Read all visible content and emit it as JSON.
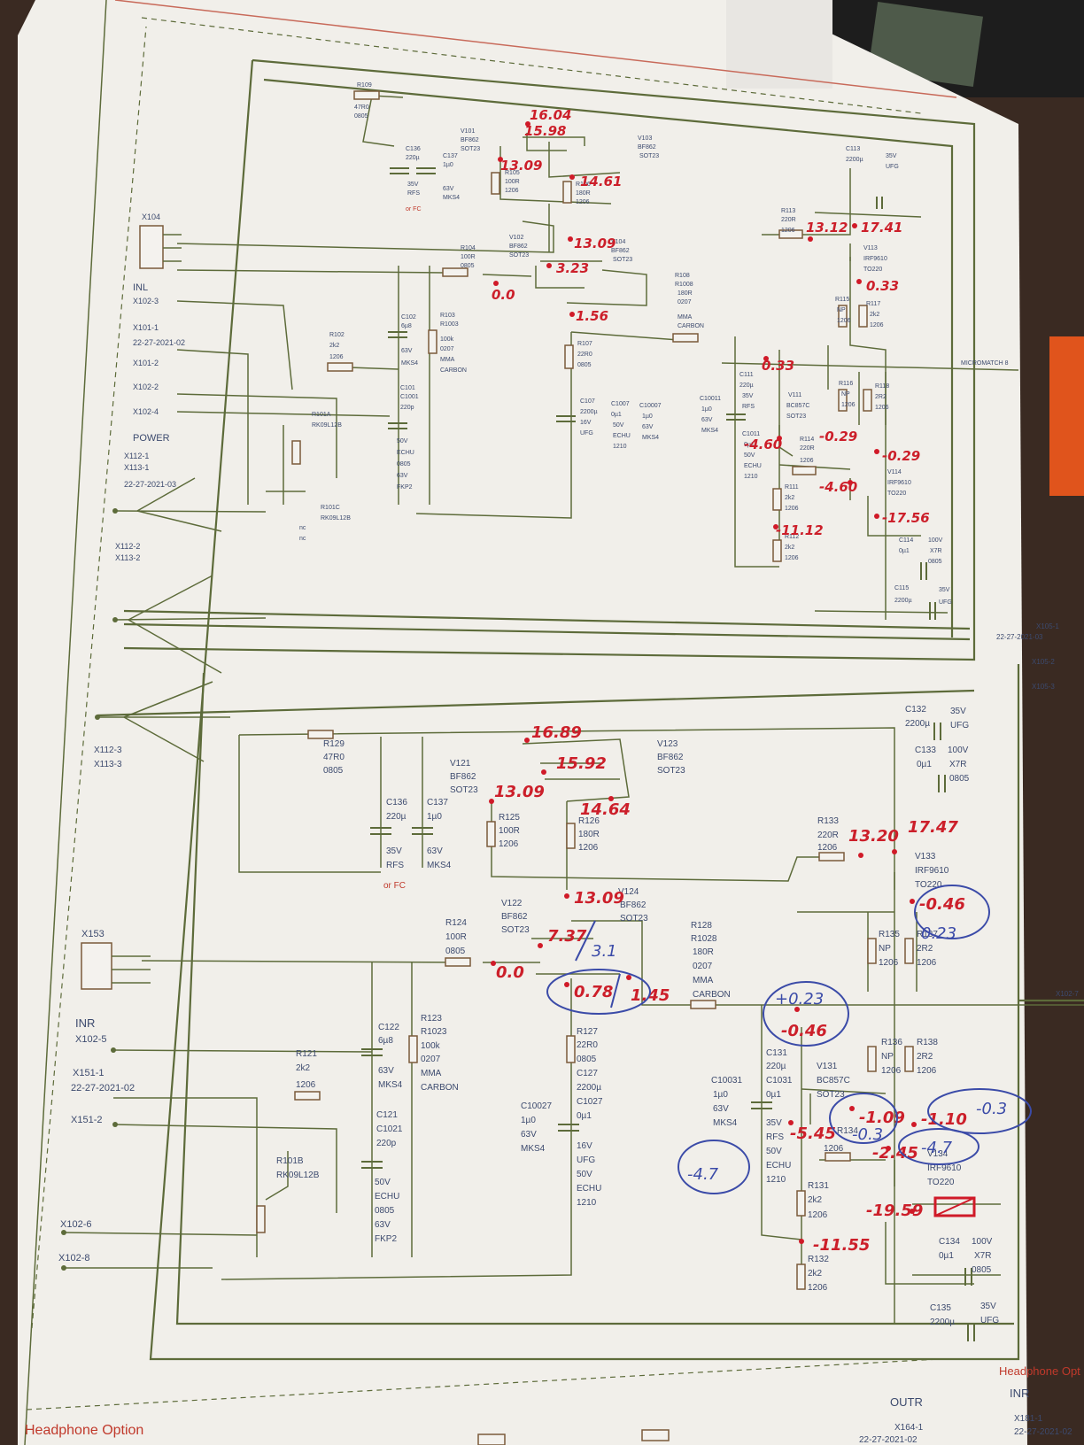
{
  "colors": {
    "annotation_red": "#cc1f2a",
    "annotation_blue": "#3b4ba8",
    "schematic_text": "#3c4a6e",
    "wire": "#5d6b3a",
    "header_red": "#c0392b"
  },
  "top": {
    "connectors": {
      "x104": "X104",
      "inl": "INL",
      "x102_3": "X102-3",
      "x101_1": "X101-1",
      "date1": "22-27-2021-02",
      "x101_2": "X101-2",
      "x102_2": "X102-2",
      "x102_4": "X102-4",
      "power": "POWER",
      "x112_1": "X112-1",
      "x113_1": "X113-1",
      "date2": "22-27-2021-03",
      "x112_2": "X112-2",
      "x113_2": "X113-2",
      "x105_1": "X105-1",
      "date3": "22-27-2021-03",
      "x105_2": "X105-2",
      "x105_3": "X105-3",
      "micromatch": "MICROMATCH 8"
    },
    "parts": {
      "r109": "R109",
      "r109v": "47R0",
      "r109p": "0805",
      "c136": "C136",
      "c136v": "220µ",
      "c136a": "35V",
      "c136b": "RFS",
      "orfc": "or FC",
      "c137": "C137",
      "c137v": "1µ0",
      "c137a": "63V",
      "c137b": "MKS4",
      "v101": "V101",
      "v101a": "BF862",
      "v101b": "SOT23",
      "v103": "V103",
      "v103a": "BF862",
      "v103b": "SOT23",
      "r105": "R105",
      "r105v": "100R",
      "r105p": "1206",
      "r106": "R106",
      "r106v": "180R",
      "r106p": "1206",
      "r104": "R104",
      "r104v": "100R",
      "r104p": "0805",
      "v102": "V102",
      "v102a": "BF862",
      "v102b": "SOT23",
      "v104": "V104",
      "v104a": "BF862",
      "v104b": "SOT23",
      "r108": "R108",
      "r108b": "R1008",
      "r108v": "180R",
      "r108p": "0207",
      "r108m": "MMA",
      "r108c": "CARBON",
      "r102": "R102",
      "r102v": "2k2",
      "r102p": "1206",
      "c102": "C102",
      "c102v": "6µ8",
      "c102a": "63V",
      "c102b": "MKS4",
      "r103": "R103",
      "r103b": "R1003",
      "r103v": "100k",
      "r103p": "0207",
      "r103m": "MMA",
      "r103c": "CARBON",
      "c101": "C101",
      "c101b": "C1001",
      "c101v": "220p",
      "c101a": "50V",
      "c101c": "ECHU",
      "c101d": "0805",
      "c101e": "63V",
      "c101f": "FKP2",
      "r101a": "R101A",
      "r101av": "RK09L12B",
      "r101c": "R101C",
      "r101cv": "RK09L12B",
      "nc": "nc",
      "r107": "R107",
      "r107v": "22R0",
      "r107p": "0805",
      "c107": "C107",
      "c107v": "2200µ",
      "c107a": "16V",
      "c107b": "UFG",
      "c1007": "C1007",
      "c1007v": "0µ1",
      "c1007a": "50V",
      "c1007b": "ECHU",
      "c1007c": "1210",
      "c10007": "C10007",
      "c10007v": "1µ0",
      "c10007a": "63V",
      "c10007b": "MKS4",
      "c10011": "C10011",
      "c10011v": "1µ0",
      "c10011a": "63V",
      "c10011b": "MKS4",
      "c111": "C111",
      "c111v": "220µ",
      "c111a": "35V",
      "c111b": "RFS",
      "c1011": "C1011",
      "c1011v": "0µ1",
      "c1011a": "50V",
      "c1011b": "ECHU",
      "c1011c": "1210",
      "v111": "V111",
      "v111a": "BC857C",
      "v111b": "SOT23",
      "r114": "R114",
      "r114v": "220R",
      "r114p": "1206",
      "v114": "V114",
      "v114a": "IRF9610",
      "v114b": "TO220",
      "r111": "R111",
      "r111v": "2k2",
      "r111p": "1206",
      "r112": "R112",
      "r112v": "2k2",
      "r112p": "1206",
      "r113": "R113",
      "r113v": "220R",
      "r113p": "1206",
      "v113": "V113",
      "v113a": "IRF9610",
      "v113b": "TO220",
      "r115": "R115",
      "r115v": "NP",
      "r115p": "1206",
      "r117": "R117",
      "r117v": "2k2",
      "r117p": "1206",
      "r116": "R116",
      "r116v": "NP",
      "r116p": "1206",
      "r118": "R118",
      "r118v": "2R2",
      "r118p": "1206",
      "c113": "C113",
      "c113v": "2200µ",
      "c113a": "35V",
      "c113b": "UFG",
      "c114": "C114",
      "c114v": "0µ1",
      "c114a": "100V",
      "c114b": "X7R",
      "c114c": "0805",
      "c115": "C115",
      "c115v": "2200µ",
      "c115a": "35V",
      "c115b": "UFG"
    },
    "notes": {
      "n1604": "16.04",
      "n1598": "15.98",
      "n1309a": "13.09",
      "n1461": "14.61",
      "n1309b": "13.09",
      "n323": "3.23",
      "n00": "0.0",
      "n156": "1.56",
      "n1312": "13.12",
      "n1741": "17.41",
      "n033a": "0.33",
      "n033b": "0.33",
      "n029a": "-0.29",
      "n460a": "-4.60",
      "n029b": "-0.29",
      "n460b": "-4.60",
      "n1756": "-17.56",
      "n1112": "-11.12"
    }
  },
  "bottom": {
    "connectors": {
      "x153": "X153",
      "inr": "INR",
      "x102_5": "X102-5",
      "x151_1": "X151-1",
      "date": "22-27-2021-02",
      "x151_2": "X151-2",
      "x102_6": "X102-6",
      "x102_8": "X102-8",
      "x112_3": "X112-3",
      "x113_3": "X113-3",
      "x102_7": "X102-7"
    },
    "parts": {
      "r129": "R129",
      "r129v": "47R0",
      "r129p": "0805",
      "c136": "C136",
      "c136v": "220µ",
      "c136a": "35V",
      "c136b": "RFS",
      "orfc": "or FC",
      "c137": "C137",
      "c137v": "1µ0",
      "c137a": "63V",
      "c137b": "MKS4",
      "v121": "V121",
      "v121a": "BF862",
      "v121b": "SOT23",
      "v123": "V123",
      "v123a": "BF862",
      "v123b": "SOT23",
      "r125": "R125",
      "r125v": "100R",
      "r125p": "1206",
      "r126": "R126",
      "r126v": "180R",
      "r126p": "1206",
      "r124": "R124",
      "r124v": "100R",
      "r124p": "0805",
      "v122": "V122",
      "v122a": "BF862",
      "v122b": "SOT23",
      "v124": "V124",
      "v124a": "BF862",
      "v124b": "SOT23",
      "r128": "R128",
      "r128b": "R1028",
      "r128v": "180R",
      "r128p": "0207",
      "r128m": "MMA",
      "r128c": "CARBON",
      "r121": "R121",
      "r121v": "2k2",
      "r121p": "1206",
      "c122": "C122",
      "c122v": "6µ8",
      "c122a": "63V",
      "c122b": "MKS4",
      "r123": "R123",
      "r123b": "R1023",
      "r123v": "100k",
      "r123p": "0207",
      "r123m": "MMA",
      "r123c": "CARBON",
      "c121": "C121",
      "c121b": "C1021",
      "c121v": "220p",
      "c121a": "50V",
      "c121c": "ECHU",
      "c121d": "0805",
      "c121e": "63V",
      "c121f": "FKP2",
      "r101b": "R101B",
      "r101bv": "RK09L12B",
      "r127": "R127",
      "r127v": "22R0",
      "r127p": "0805",
      "c127": "C127",
      "c127v": "2200µ",
      "c127a": "16V",
      "c127b": "UFG",
      "c1027": "C1027",
      "c1027v": "0µ1",
      "c1027a": "50V",
      "c1027b": "ECHU",
      "c1027c": "1210",
      "c10027": "C10027",
      "c10027v": "1µ0",
      "c10027a": "63V",
      "c10027b": "MKS4",
      "c10031": "C10031",
      "c10031v": "1µ0",
      "c10031a": "63V",
      "c10031b": "MKS4",
      "c131": "C131",
      "c131b": "C1031",
      "c131v": "220µ",
      "c131w": "0µ1",
      "c131a": "35V",
      "c131c": "RFS",
      "c131d": "50V",
      "c131e": "ECHU",
      "c131f": "1210",
      "v131": "V131",
      "v131a": "BC857C",
      "v131b": "SOT23",
      "r134": "R134",
      "r134p": "1206",
      "v134": "V134",
      "v134a": "IRF9610",
      "v134b": "TO220",
      "r131": "R131",
      "r131v": "2k2",
      "r131p": "1206",
      "r132": "R132",
      "r132v": "2k2",
      "r132p": "1206",
      "r133": "R133",
      "r133v": "220R",
      "r133p": "1206",
      "v133": "V133",
      "v133a": "IRF9610",
      "v133b": "TO220",
      "r135": "R135",
      "r135v": "NP",
      "r135p": "1206",
      "r137": "R137",
      "r137v": "2R2",
      "r137p": "1206",
      "r136": "R136",
      "r136v": "NP",
      "r136p": "1206",
      "r138": "R138",
      "r138v": "2R2",
      "r138p": "1206",
      "c132": "C132",
      "c132v": "2200µ",
      "c132a": "35V",
      "c132b": "UFG",
      "c133": "C133",
      "c133v": "0µ1",
      "c133a": "100V",
      "c133b": "X7R",
      "c133c": "0805",
      "c134": "C134",
      "c134v": "0µ1",
      "c134a": "100V",
      "c134b": "X7R",
      "c134c": "0805",
      "c135": "C135",
      "c135v": "2200µ",
      "c135a": "35V",
      "c135b": "UFG"
    },
    "notes": {
      "n1689": "16.89",
      "n1592": "15.92",
      "n1309a": "13.09",
      "n1464": "14.64",
      "n1320": "13.20",
      "n1747": "17.47",
      "n1309b": "13.09",
      "n737": "7.37",
      "n00": "0.0",
      "n078": "0.78",
      "n145": "1.45",
      "n1155": "-11.55",
      "n545": "-5.45",
      "n109": "-1.09",
      "n110": "-1.10",
      "n245": "-2.45",
      "n1959": "-19.59",
      "n046a": "-0.46",
      "n046b": "-0.46"
    },
    "blue": {
      "b31": "3.1",
      "b023a": "0.23",
      "b023b": "+0.23",
      "b03a": "-0.3",
      "b03b": "-0.3",
      "b47a": "-4.7",
      "b47b": "-4.7"
    }
  },
  "footer": {
    "left_title": "Headphone Option",
    "outr": "OUTR",
    "x164": "X164-1",
    "date": "22-27-2021-02",
    "right_title": "Headphone Opt",
    "inr": "INR",
    "x181": "X181-1",
    "date2": "22-27-2021-02"
  }
}
